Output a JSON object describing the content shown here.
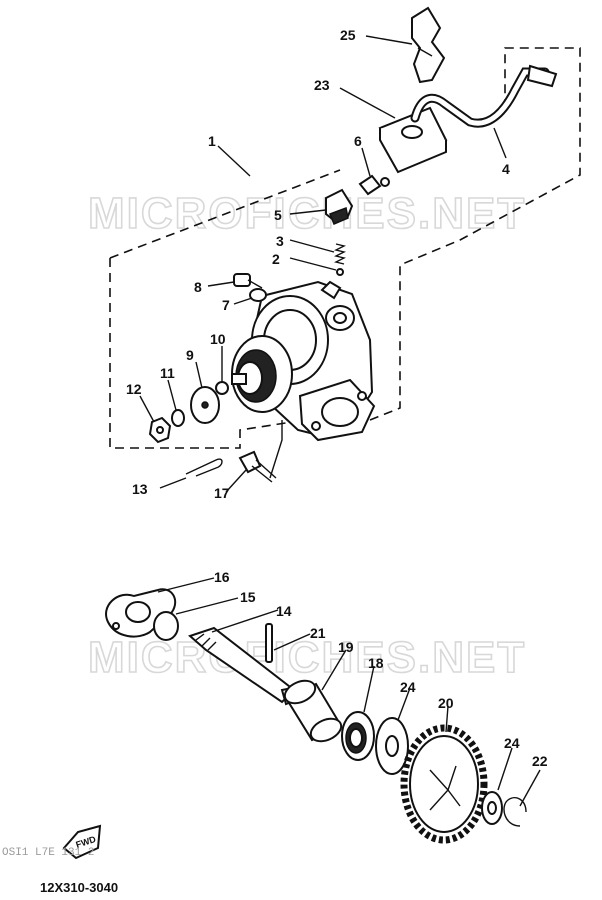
{
  "watermark": "MICROFICHES.NET",
  "part_code": "12X310-3040",
  "fwd_label": "FWD",
  "faint_text": "OSI1 L7E 131 2",
  "callouts": [
    "1",
    "2",
    "3",
    "4",
    "5",
    "6",
    "7",
    "8",
    "9",
    "10",
    "11",
    "12",
    "13",
    "14",
    "15",
    "16",
    "17",
    "18",
    "19",
    "20",
    "21",
    "22",
    "23",
    "24",
    "24",
    "25"
  ],
  "colors": {
    "ink": "#111111",
    "watermark": "#d8d8d8",
    "background": "#ffffff"
  }
}
